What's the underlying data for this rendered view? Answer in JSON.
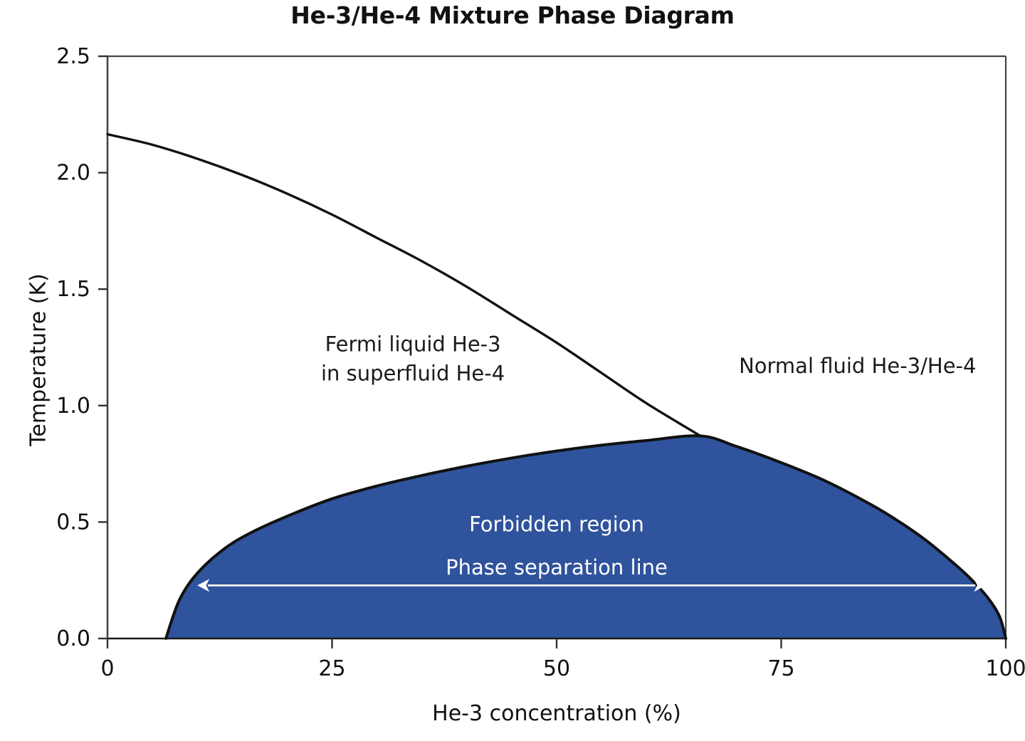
{
  "chart_data": {
    "type": "line",
    "title": "He-3/He-4 Mixture Phase Diagram",
    "xlabel": "He-3 concentration (%)",
    "ylabel": "Temperature (K)",
    "xlim": [
      0,
      100
    ],
    "ylim": [
      0,
      2.5
    ],
    "xticks": [
      "0",
      "25",
      "50",
      "75",
      "100"
    ],
    "xtick_values": [
      0,
      25,
      50,
      75,
      100
    ],
    "yticks": [
      "0.0",
      "0.5",
      "1.0",
      "1.5",
      "2.0",
      "2.5"
    ],
    "ytick_values": [
      0.0,
      0.5,
      1.0,
      1.5,
      2.0,
      2.5
    ],
    "grid": false,
    "legend": "none",
    "line_color": "#111111",
    "fill_color": "#2F539C",
    "series": [
      {
        "name": "Lambda line (superfluid transition)",
        "x": [
          0,
          5,
          10,
          15,
          20,
          25,
          30,
          35,
          40,
          45,
          50,
          55,
          60,
          66
        ],
        "values": [
          2.165,
          2.12,
          2.06,
          1.99,
          1.91,
          1.82,
          1.72,
          1.62,
          1.51,
          1.39,
          1.27,
          1.14,
          1.01,
          0.87
        ]
      },
      {
        "name": "Phase separation line (left branch, dilute)",
        "x": [
          6.5,
          8,
          10,
          13,
          16,
          20,
          25,
          30,
          35,
          40,
          45,
          50,
          55,
          60,
          66
        ],
        "values": [
          0.0,
          0.165,
          0.28,
          0.385,
          0.455,
          0.525,
          0.6,
          0.655,
          0.7,
          0.74,
          0.775,
          0.805,
          0.83,
          0.85,
          0.87
        ]
      },
      {
        "name": "Phase separation line (right branch, concentrated)",
        "x": [
          66,
          70,
          75,
          80,
          85,
          88,
          91,
          94,
          96,
          98,
          99.3,
          100
        ],
        "values": [
          0.87,
          0.825,
          0.755,
          0.675,
          0.575,
          0.505,
          0.425,
          0.33,
          0.26,
          0.175,
          0.095,
          0.0
        ]
      }
    ],
    "annotations": [
      {
        "name": "fermi-liquid-region-label",
        "text_lines": [
          "Fermi liquid He-3",
          "in superfluid He-4"
        ],
        "x": 34,
        "y": 1.17
      },
      {
        "name": "normal-fluid-region-label",
        "text_lines": [
          "Normal fluid He-3/He-4"
        ],
        "x": 83.5,
        "y": 1.14
      },
      {
        "name": "forbidden-region-label",
        "text_lines": [
          "Forbidden region"
        ],
        "x": 50,
        "y": 0.46
      },
      {
        "name": "phase-separation-line-label",
        "text_lines": [
          "Phase separation line"
        ],
        "x": 50,
        "y": 0.275
      }
    ],
    "arrow": {
      "name": "phase-separation-span-arrow",
      "x_start": 10.0,
      "x_end": 97.8,
      "y": 0.228,
      "double_headed": true,
      "color": "#ffffff"
    },
    "key_points": {
      "lambda_point_temperature": 2.165,
      "tricritical_point": {
        "x": 66,
        "y": 0.87
      },
      "dilute_solubility_limit": 6.5
    }
  }
}
